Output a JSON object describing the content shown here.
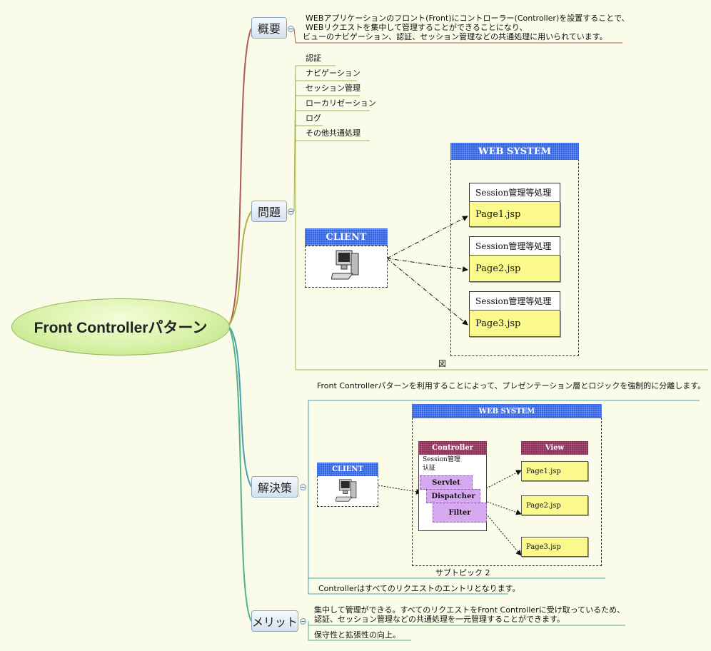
{
  "central": {
    "label": "Front Controllerパターン"
  },
  "topics": {
    "overview": {
      "label": "概要"
    },
    "problem": {
      "label": "問題"
    },
    "solution": {
      "label": "解決策"
    },
    "merit": {
      "label": "メリット"
    }
  },
  "overview": {
    "lines": [
      "WEBアプリケーションのフロント(Front)にコントローラー(Controller)を設置することで、",
      "WEBリクエストを集中して管理することができることになり、",
      "ビューのナビゲーション、認証、セッション管理などの共通処理に用いられています。"
    ]
  },
  "problem": {
    "items": [
      "認証",
      "ナビゲーション",
      "セッション管理",
      "ローカリゼーション",
      "ログ",
      "その他共通処理"
    ],
    "figure_caption": "図",
    "web_system_title": "WEB SYSTEM",
    "client_title": "CLIENT",
    "session_label": "Session管理等処理",
    "pages": [
      "Page1.jsp",
      "Page2.jsp",
      "Page3.jsp"
    ]
  },
  "solution": {
    "intro": "Front Controllerパターンを利用することによって、プレゼンテーション層とロジックを強制的に分離します。",
    "web_system_title": "WEB SYSTEM",
    "client_title": "CLIENT",
    "controller_title": "Controller",
    "controller_lines": [
      "Session管理",
      "认証"
    ],
    "servlet": "Servlet",
    "dispatcher": "Dispatcher",
    "filter": "Filter",
    "view_title": "View",
    "pages": [
      "Page1.jsp",
      "Page2.jsp",
      "Page3.jsp"
    ],
    "subtopic_caption": "サブトピック 2",
    "note": "Controllerはすべてのリクエストのエントリとなります。"
  },
  "merit": {
    "lines": [
      "集中して管理ができる。すべてのリクエストをFront Controllerに受け取っているため、",
      "認証、セッション管理などの共通処理を一元管理することができます。"
    ],
    "line2": "保守性と拡張性の向上。"
  },
  "colors": {
    "background": "#fafbe8",
    "central_fill": "#d9f2a9",
    "header_blue": "#2f62e4",
    "header_maroon": "#8b2d55",
    "note_yellow": "#fbf98c",
    "purple": "#d6a8ef"
  }
}
